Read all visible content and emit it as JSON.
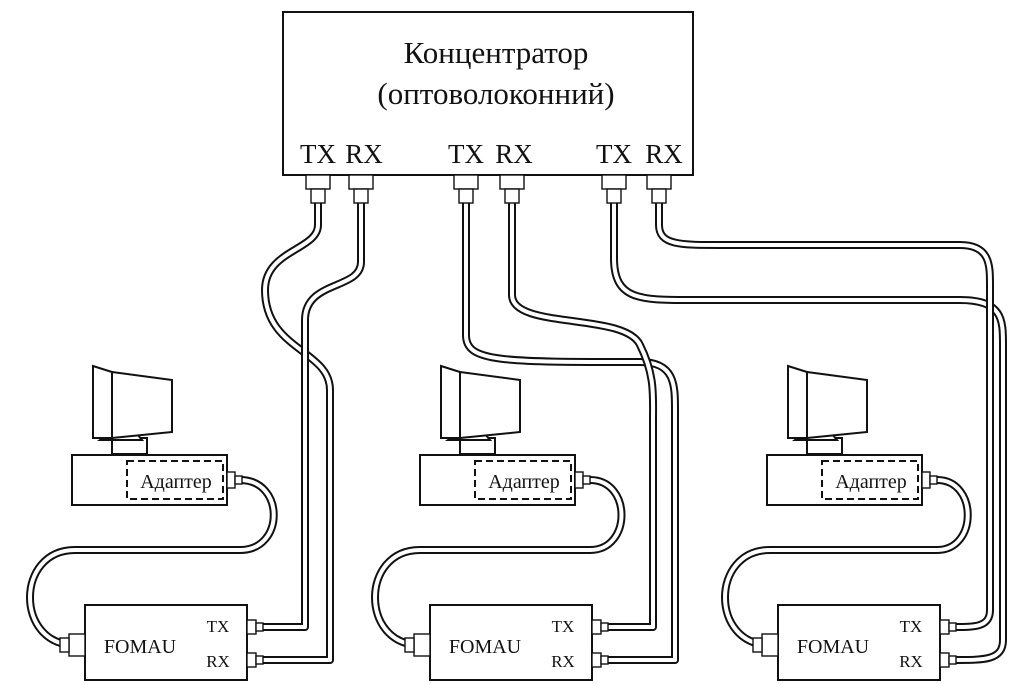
{
  "hub": {
    "title": "Концентратор",
    "subtitle": "(оптоволоконний)",
    "ports": [
      {
        "tx": "TX",
        "rx": "RX"
      },
      {
        "tx": "TX",
        "rx": "RX"
      },
      {
        "tx": "TX",
        "rx": "RX"
      }
    ]
  },
  "stations": [
    {
      "adapter": "Адаптер",
      "unit": "FOMAU",
      "tx": "TX",
      "rx": "RX"
    },
    {
      "adapter": "Адаптер",
      "unit": "FOMAU",
      "tx": "TX",
      "rx": "RX"
    },
    {
      "adapter": "Адаптер",
      "unit": "FOMAU",
      "tx": "TX",
      "rx": "RX"
    }
  ]
}
